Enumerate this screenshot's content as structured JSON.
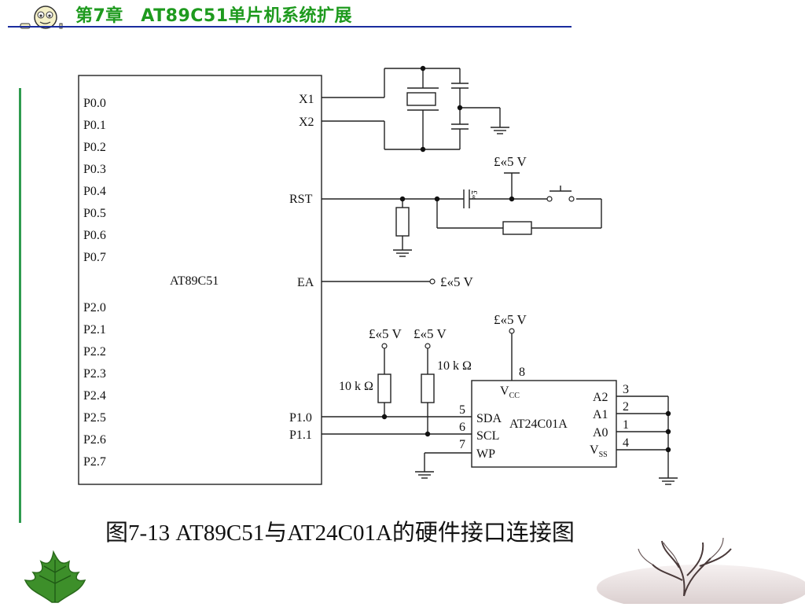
{
  "header": {
    "title": "第7章　AT89C51单片机系统扩展"
  },
  "caption": "图7-13  AT89C51与AT24C01A的硬件接口连接图",
  "mcu": {
    "name": "AT89C51",
    "left_pins": [
      "P0.0",
      "P0.1",
      "P0.2",
      "P0.3",
      "P0.4",
      "P0.5",
      "P0.6",
      "P0.7",
      "P2.0",
      "P2.1",
      "P2.2",
      "P2.3",
      "P2.4",
      "P2.5",
      "P2.6",
      "P2.7"
    ],
    "right_pins": {
      "x1": "X1",
      "x2": "X2",
      "rst": "RST",
      "ea": "EA",
      "p10": "P1.0",
      "p11": "P1.1"
    }
  },
  "eeprom": {
    "name": "AT24C01A",
    "vcc": "V",
    "vcc_sub": "CC",
    "vss": "V",
    "vss_sub": "SS",
    "sda": "SDA",
    "scl": "SCL",
    "wp": "WP",
    "a2": "A2",
    "a1": "A1",
    "a0": "A0",
    "pin_sda": "5",
    "pin_scl": "6",
    "pin_wp": "7",
    "pin_vcc": "8",
    "pin_a2": "3",
    "pin_a1": "2",
    "pin_a0": "1",
    "pin_vss": "4"
  },
  "supply_labels": {
    "rst_supply": "£«5 V",
    "ea_supply": "£«5 V",
    "pullup_left": "£«5 V",
    "pullup_right": "£«5 V",
    "eeprom_supply": "£«5 V"
  },
  "rst_cap_label": "£«",
  "resistor_labels": {
    "left": "10 k",
    "right": "10 k",
    "ohm": "Ω"
  },
  "colors": {
    "header_text": "#1e9a1e",
    "header_rule": "#1a2c9e",
    "side_bar": "#2f9b4f",
    "leaf": "#2f8a1f"
  },
  "icons": {
    "mascot": "mascot-icon",
    "leaf": "leaf-icon",
    "tree": "tree-icon"
  }
}
